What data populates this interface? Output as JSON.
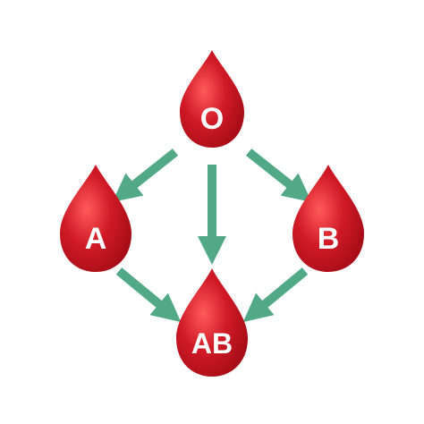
{
  "diagram": {
    "colors": {
      "drop_dark": "#9c0a14",
      "drop_mid": "#d01a26",
      "drop_light": "#ff5a5a",
      "arrow": "#52a987",
      "label": "#ffffff"
    },
    "nodes": [
      {
        "id": "O",
        "label": "O"
      },
      {
        "id": "A",
        "label": "A"
      },
      {
        "id": "B",
        "label": "B"
      },
      {
        "id": "AB",
        "label": "AB"
      }
    ],
    "edges": [
      {
        "from": "O",
        "to": "A"
      },
      {
        "from": "O",
        "to": "AB"
      },
      {
        "from": "O",
        "to": "B"
      },
      {
        "from": "A",
        "to": "AB"
      },
      {
        "from": "B",
        "to": "AB"
      }
    ]
  }
}
